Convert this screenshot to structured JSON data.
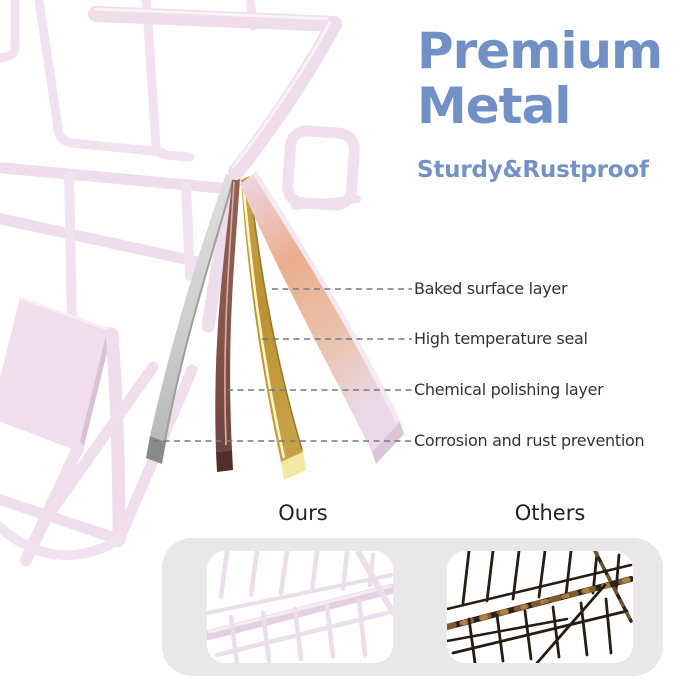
{
  "header": {
    "title_line1": "Premium",
    "title_line2": "Metal",
    "subtitle": "Sturdy&Rustproof",
    "accent_color": "#7191C6"
  },
  "layers": [
    {
      "label": "Baked surface layer",
      "swatch_color": "#EDD9EA"
    },
    {
      "label": "High temperature seal",
      "swatch_color": "#C49A3F"
    },
    {
      "label": "Chemical polishing layer",
      "swatch_color": "#86544B"
    },
    {
      "label": "Corrosion and rust prevention",
      "swatch_color": "#C9C9C9"
    }
  ],
  "comparison": {
    "ours_label": "Ours",
    "others_label": "Others"
  },
  "colors": {
    "product_pink": "#F1DFEE",
    "leader_line": "#6B7B8D",
    "label_text": "#333333",
    "panel_bg": "#EAE7E8"
  }
}
